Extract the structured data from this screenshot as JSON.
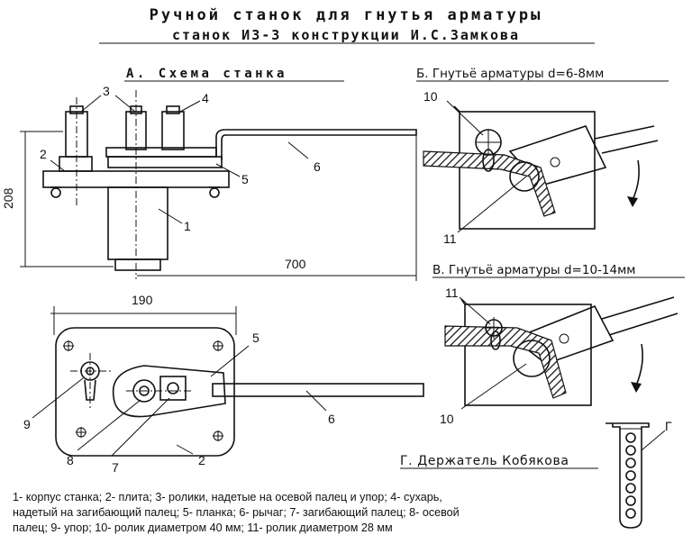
{
  "title": {
    "line1": "Ручной станок для гнутья арматуры",
    "line2": "станок ИЗ-3 конструкции И.С.Замкова"
  },
  "sections": {
    "a": "А. Схема станка",
    "b": "Б. Гнутьё арматуры d=6-8мм",
    "v": "В. Гнутьё арматуры d=10-14мм",
    "g": "Г. Держатель Кобякова",
    "g_label": "Г"
  },
  "dimensions": {
    "height": "208",
    "length": "700",
    "width": "190"
  },
  "callouts": {
    "n1": "1",
    "n2": "2",
    "n3": "3",
    "n4": "4",
    "n5": "5",
    "n6": "6",
    "n7": "7",
    "n8": "8",
    "n9": "9",
    "n10": "10",
    "n11": "11"
  },
  "legend": {
    "line1": "1- корпус станка;  2- плита;  3- ролики, надетые на осевой палец и упор;  4- сухарь,",
    "line2": "надетый на загибающий палец;  5- планка;  6- рычаг;  7- загибающий палец;  8- осевой",
    "line3": "палец;  9- упор;  10- ролик диаметром 40 мм;  11- ролик диаметром 28 мм"
  }
}
